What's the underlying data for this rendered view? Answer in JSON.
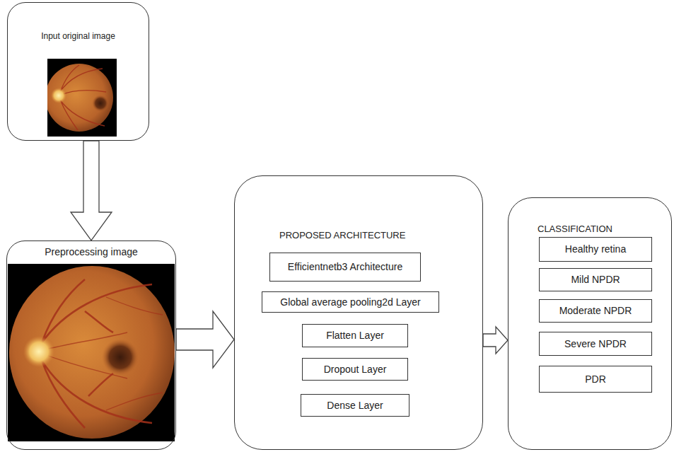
{
  "diagram": {
    "nodes": [
      {
        "text": [
          "Input original image"
        ]
      },
      {
        "text": [
          "Preprocessing image"
        ]
      },
      {
        "text": [
          "PROPOSED ARCHITECTURE"
        ]
      },
      {
        "text": [
          "Efficientnetb3 Architecture"
        ],
        "in": 2
      },
      {
        "text": [
          "Global average pooling2d Layer"
        ],
        "in": 2
      },
      {
        "text": [
          "Flatten Layer"
        ],
        "in": 2
      },
      {
        "text": [
          "Dropout Layer"
        ],
        "in": 2
      },
      {
        "text": [
          "Dense Layer"
        ],
        "in": 2
      },
      {
        "text": [
          "CLASSIFICATION"
        ]
      },
      {
        "text": [
          "Healthy retina"
        ],
        "in": 8
      },
      {
        "text": [
          "Mild NPDR"
        ],
        "in": 8
      },
      {
        "text": [
          "Moderate NPDR"
        ],
        "in": 8
      },
      {
        "text": [
          "Severe NPDR"
        ],
        "in": 8
      },
      {
        "text": [
          "PDR"
        ],
        "in": 8
      }
    ],
    "edges": [
      {
        "from": 0,
        "to": 1,
        "arrow": "to"
      },
      {
        "from": 1,
        "to": 2,
        "arrow": "to"
      },
      {
        "from": 2,
        "to": 8,
        "arrow": "to"
      }
    ]
  }
}
